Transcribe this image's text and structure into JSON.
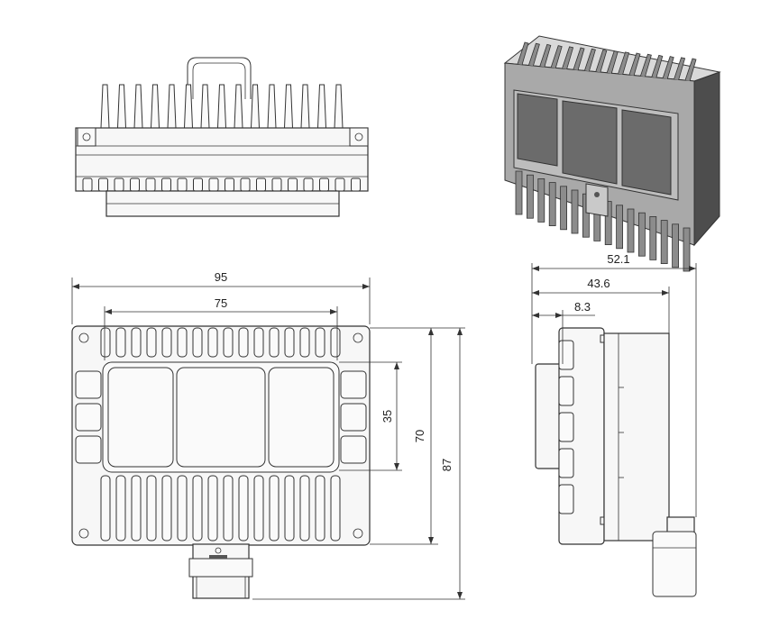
{
  "dimensions": {
    "front_width": "95",
    "front_inner_width": "75",
    "front_window_height": "35",
    "front_body_height": "70",
    "front_total_height": "87",
    "side_total_depth": "52.1",
    "side_body_depth": "43.6",
    "side_cover_depth": "8.3"
  },
  "colors": {
    "line": "#333333",
    "iso_dark": "#5a5a5a",
    "iso_mid": "#9a9a9a",
    "iso_light": "#cfcfcf"
  }
}
